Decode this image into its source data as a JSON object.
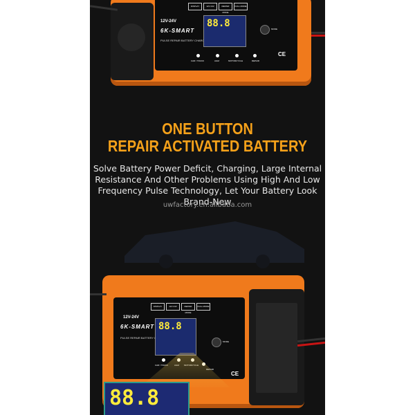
{
  "headline": {
    "line1": "ONE BUTTON",
    "line2": "REPAIR ACTIVATED BATTERY"
  },
  "description": "Solve Battery Power Deficit, Charging, Large Internal Resistance And Other Problems Using High And Low Frequency Pulse Technology, Let Your Battery Look Brand-New",
  "watermark": "uwfactory.en.alibaba.com",
  "device": {
    "model": "12V-24V",
    "brand": "6K-SMART",
    "subtitle": "PULSE REPAIR BATTERY CHARGER",
    "display_digits": "88.8",
    "zoom_digits": "88.8",
    "mode_label": "MODE",
    "ce_mark": "CE",
    "modes": [
      "CAR / TRUCK",
      "AGM",
      "MOTORCYCLE",
      "REPAIR"
    ],
    "features": [
      "DISPLAY",
      "12V 24V",
      "REPAIR MODE",
      "FULL MODE"
    ]
  },
  "colors": {
    "accent": "#f5a11a",
    "body_orange": "#f07a1c",
    "lcd_blue": "#1b2b6e",
    "digit_yellow": "#ffeb3b"
  }
}
